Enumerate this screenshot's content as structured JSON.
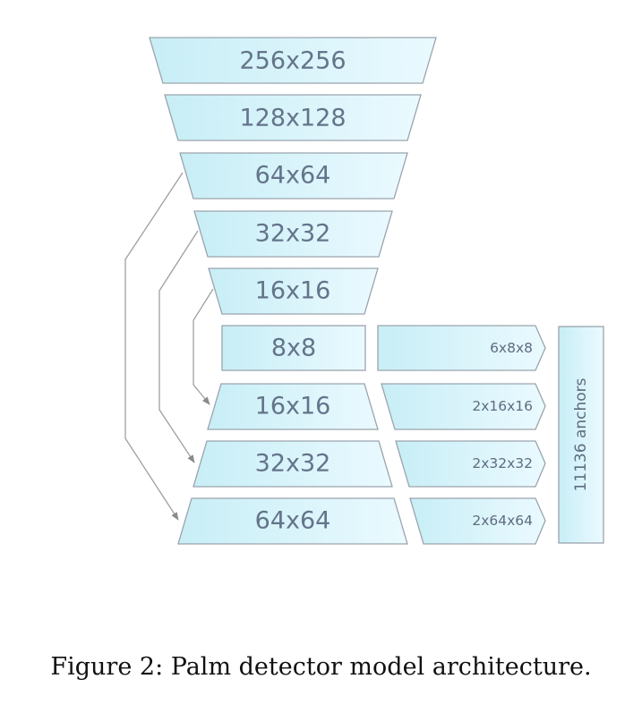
{
  "encoder": [
    {
      "label": "256x256"
    },
    {
      "label": "128x128"
    },
    {
      "label": "64x64"
    },
    {
      "label": "32x32"
    },
    {
      "label": "16x16"
    },
    {
      "label": "8x8"
    }
  ],
  "decoder": [
    {
      "label": "16x16"
    },
    {
      "label": "32x32"
    },
    {
      "label": "64x64"
    }
  ],
  "heads": [
    {
      "label": "6x8x8"
    },
    {
      "label": "2x16x16"
    },
    {
      "label": "2x32x32"
    },
    {
      "label": "2x64x64"
    }
  ],
  "anchors": {
    "label": "11136 anchors"
  },
  "caption": "Figure 2: Palm detector model architecture.",
  "colors": {
    "fill_left": "#c8eef6",
    "fill_right": "#eafaff",
    "stroke": "#9aa3ad",
    "connector": "#a0a0a0",
    "label": "#64748a"
  }
}
